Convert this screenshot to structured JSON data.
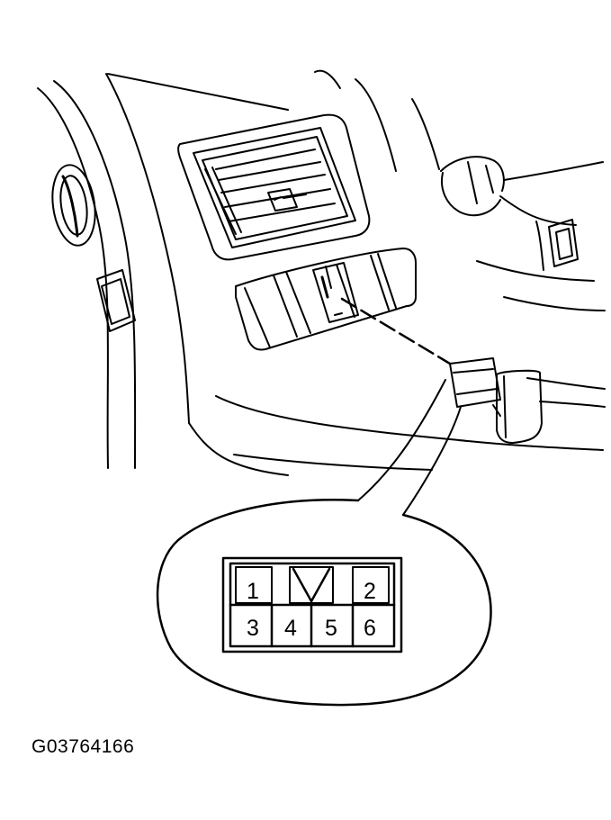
{
  "connector": {
    "pins": [
      {
        "id": "1"
      },
      {
        "id": "2"
      },
      {
        "id": "3"
      },
      {
        "id": "4"
      },
      {
        "id": "5"
      },
      {
        "id": "6"
      }
    ]
  },
  "figure_id": "G03764166",
  "colors": {
    "line": "#000000",
    "background": "#ffffff"
  }
}
